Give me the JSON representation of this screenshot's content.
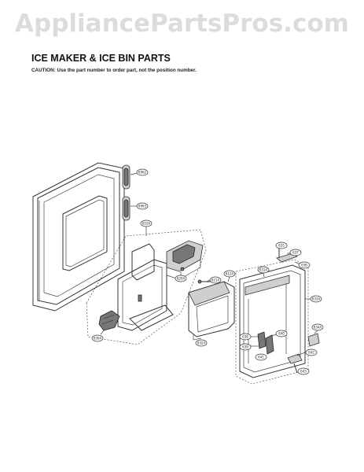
{
  "watermark": "AppliancePartsPros.com",
  "header": {
    "title": "ICE MAKER & ICE BIN PARTS",
    "caution": "CAUTION: Use the part number to order part, not the position number."
  },
  "callouts": [
    {
      "id": "c1",
      "label": "6962"
    },
    {
      "id": "c2",
      "label": "6963"
    },
    {
      "id": "c3",
      "label": "610A"
    },
    {
      "id": "c4",
      "label": "620A"
    },
    {
      "id": "c5",
      "label": "621A"
    },
    {
      "id": "c6",
      "label": "612A"
    },
    {
      "id": "c7",
      "label": "630A"
    },
    {
      "id": "c8",
      "label": "631A"
    },
    {
      "id": "c9",
      "label": "633A"
    },
    {
      "id": "c10",
      "label": "632A"
    },
    {
      "id": "c11",
      "label": "637"
    },
    {
      "id": "c12",
      "label": "636"
    },
    {
      "id": "c13",
      "label": "635"
    },
    {
      "id": "c14",
      "label": "634A"
    },
    {
      "id": "c15",
      "label": "638"
    },
    {
      "id": "c16",
      "label": "639"
    },
    {
      "id": "c17",
      "label": "640"
    },
    {
      "id": "c18",
      "label": "642"
    },
    {
      "id": "c19",
      "label": "641"
    },
    {
      "id": "c20",
      "label": "643"
    }
  ]
}
